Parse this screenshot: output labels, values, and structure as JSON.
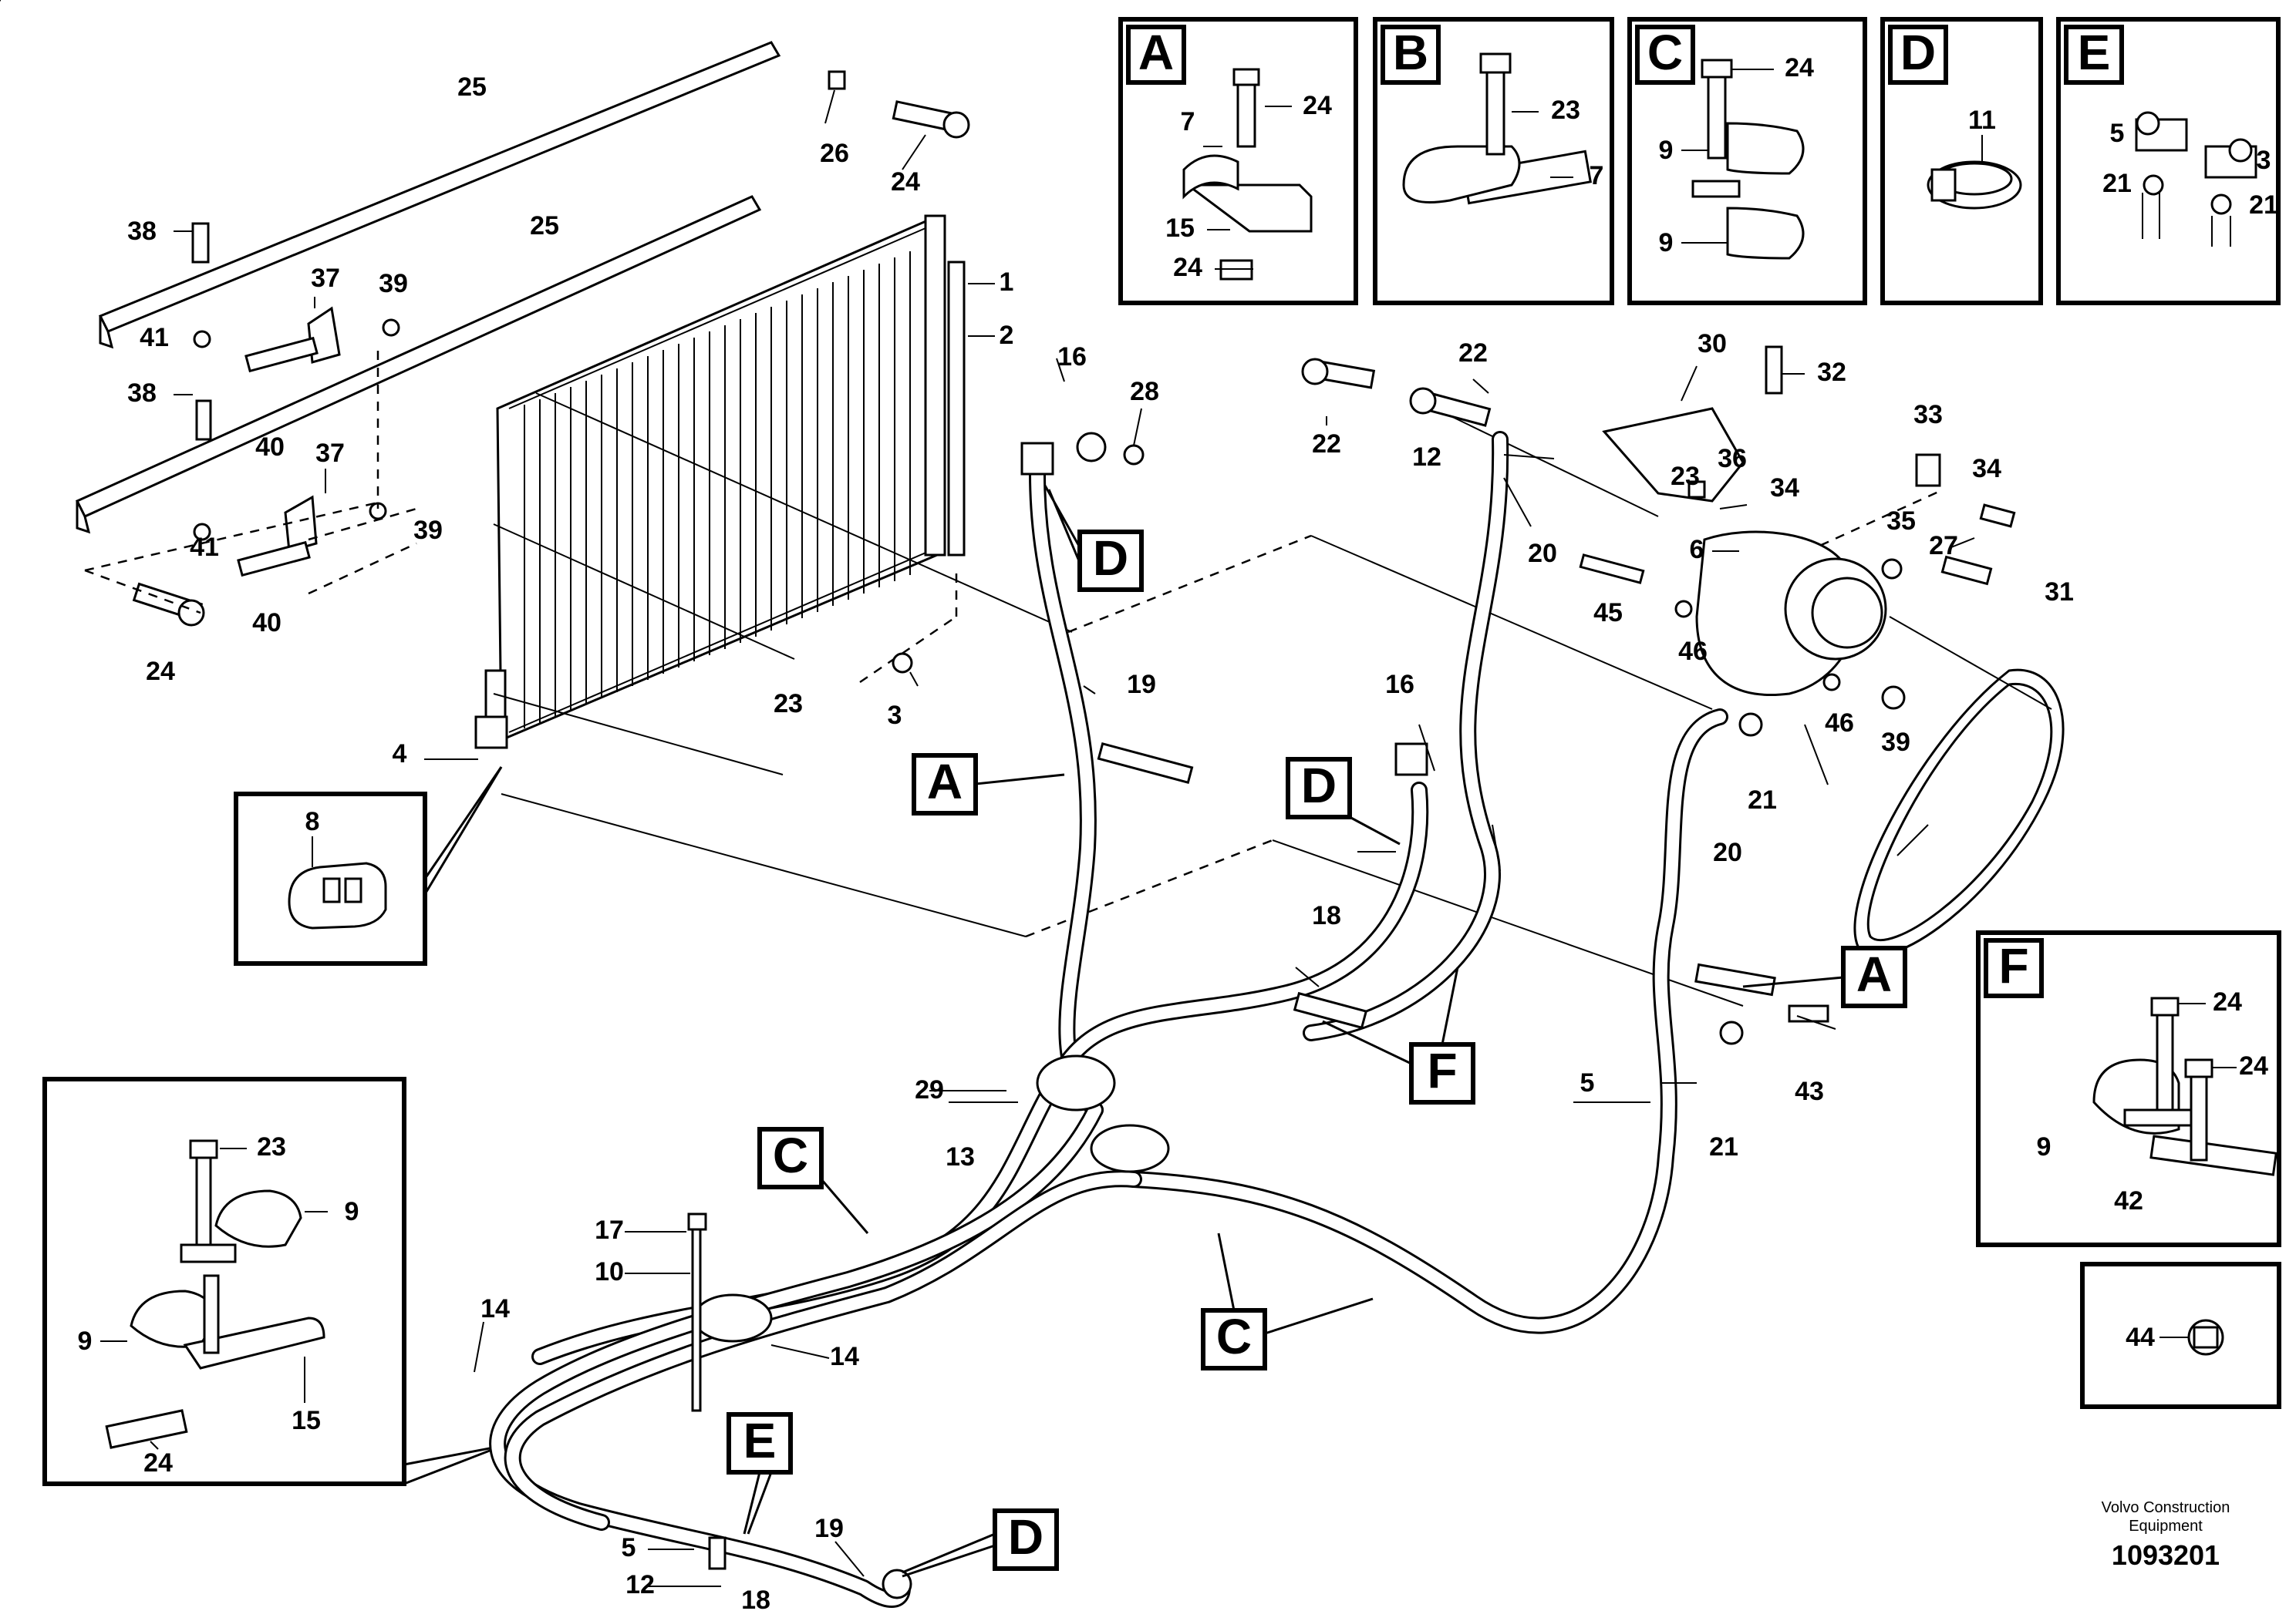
{
  "detail_boxes": [
    {
      "letter": "A",
      "labels": [
        "24",
        "7",
        "15",
        "24"
      ]
    },
    {
      "letter": "B",
      "labels": [
        "23",
        "7"
      ]
    },
    {
      "letter": "C",
      "labels": [
        "24",
        "9",
        "9"
      ]
    },
    {
      "letter": "D",
      "labels": [
        "11"
      ]
    },
    {
      "letter": "E",
      "labels": [
        "5",
        "3",
        "21",
        "21"
      ]
    },
    {
      "letter": "F",
      "labels": [
        "24",
        "24",
        "9",
        "42"
      ]
    }
  ],
  "inset_left": {
    "labels": [
      "23",
      "9",
      "9",
      "24",
      "15"
    ]
  },
  "inset_connector": {
    "label": "8"
  },
  "inset_plug": {
    "label": "44"
  },
  "callouts": {
    "c25a": "25",
    "c26": "26",
    "c24a": "24",
    "c38a": "38",
    "c37a": "37",
    "c39a": "39",
    "c41a": "41",
    "c25b": "25",
    "c1": "1",
    "c2": "2",
    "c16a": "16",
    "c28": "28",
    "c38b": "38",
    "c40a": "40",
    "c37b": "37",
    "c39b": "39",
    "c41b": "41",
    "c40b": "40",
    "c24b": "24",
    "c23a": "23",
    "c3": "3",
    "c23b": "23",
    "c4": "4",
    "c19a": "19",
    "c22a": "22",
    "c22b": "22",
    "c30": "30",
    "c32": "32",
    "c12a": "12",
    "c23c": "23",
    "c36": "36",
    "c34a": "34",
    "c33": "33",
    "c34b": "34",
    "c20a": "20",
    "c6": "6",
    "c35": "35",
    "c27": "27",
    "c45": "45",
    "c46a": "46",
    "c46b": "46",
    "c39c": "39",
    "c31": "31",
    "c16b": "16",
    "c21a": "21",
    "c20b": "20",
    "c18a": "18",
    "c29": "29",
    "c13": "13",
    "c21b": "21",
    "c43": "43",
    "c5a": "5",
    "c17": "17",
    "c10": "10",
    "c14a": "14",
    "c14b": "14",
    "c5b": "5",
    "c12b": "12",
    "c18b": "18",
    "c19b": "19"
  },
  "reference_letters": {
    "refDa": "D",
    "refA1": "A",
    "refDb": "D",
    "refA2": "A",
    "refF": "F",
    "refC1": "C",
    "refC2": "C",
    "refE": "E",
    "refDc": "D"
  },
  "footer": {
    "credit_line1": "Volvo Construction",
    "credit_line2": "Equipment",
    "doc_number": "1093201"
  }
}
